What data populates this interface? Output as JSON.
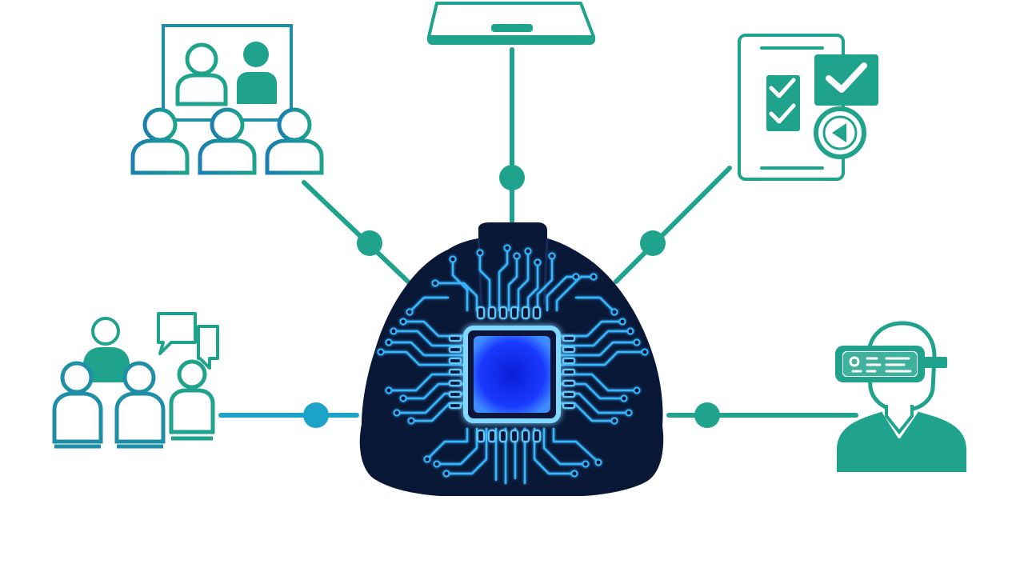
{
  "colors": {
    "background": "#ffffff",
    "teal": "#1fa38c",
    "teal_dark": "#148a78",
    "teal_light": "#2ab59a",
    "cyan": "#1da3c7",
    "blue_gradient_start": "#1b7fb0",
    "helmet_dark": "#0a1838",
    "circuit": "#37b7ff",
    "chip_glow": "#5ec8ff",
    "chip_core": "#1a3aff"
  },
  "hub": {
    "icon": "hardhat-circuit-icon",
    "chip_icon": "microchip-icon"
  },
  "nodes": [
    {
      "id": "classroom",
      "icon": "classroom-presentation-icon"
    },
    {
      "id": "laptop",
      "icon": "laptop-icon"
    },
    {
      "id": "checklist",
      "icon": "checklist-tablet-icon"
    },
    {
      "id": "team-discussion",
      "icon": "team-discussion-icon"
    },
    {
      "id": "vr-trainee",
      "icon": "vr-headset-person-icon"
    }
  ]
}
